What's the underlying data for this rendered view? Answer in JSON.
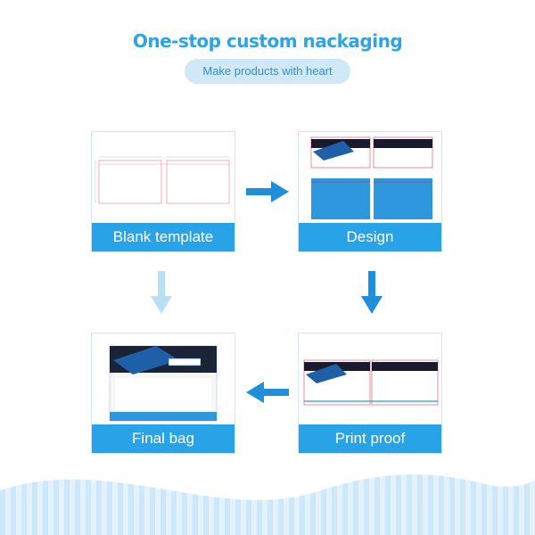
{
  "header": {
    "title": "One-stop custom nackaging",
    "subtitle": "Make products with heart"
  },
  "steps": [
    {
      "label": "Blank template"
    },
    {
      "label": "Design"
    },
    {
      "label": "Final bag"
    },
    {
      "label": "Print proof"
    }
  ],
  "colors": {
    "accent": "#29a3e8",
    "title": "#2ea3e6",
    "pill": "#cfe9f8",
    "arrow_strong": "#1f8fdc",
    "arrow_light": "#b9dff5",
    "dark_band": "#1a1a2e",
    "bag_blue": "#2f97dd"
  }
}
